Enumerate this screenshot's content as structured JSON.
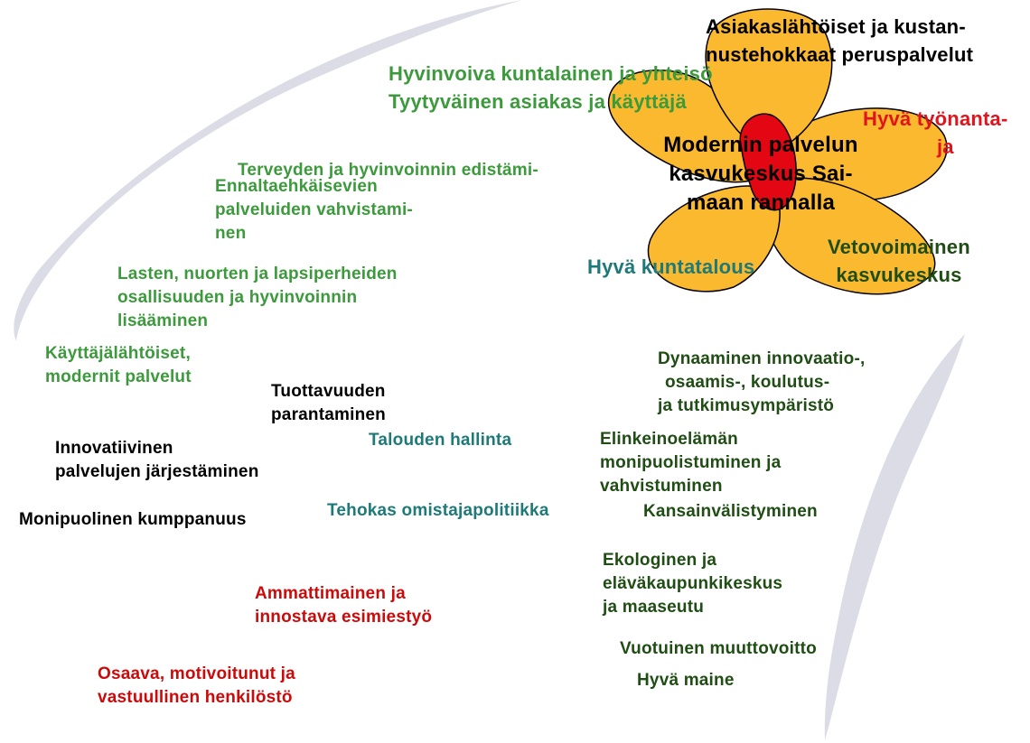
{
  "colors": {
    "petal": "#fbb92f",
    "center": "#e30613",
    "swoosh": "#dcdce6"
  },
  "flower": {
    "top_petal_label": "Asiakaslähtöiset ja kustannustehokkaat peruspalvelut",
    "top_petal_lines": [
      "Asiakaslähtöiset ja kustan-",
      "nustehokkaat peruspalvelut"
    ],
    "center_lines": [
      "Modernin palvelun",
      "kasvukeskus Sai-",
      "maan rannalla"
    ],
    "right_petal": [
      "Hyvä työnanta-",
      "ja"
    ],
    "left_petal": "Hyvä kuntatalous",
    "bottom_right_petal": [
      "Vetovoimainen",
      "kasvukeskus"
    ]
  },
  "customer_goals": {
    "heading_lines": [
      "Hyvinvoiva kuntalainen ja yhteisö",
      "Tyytyväinen asiakas ja käyttäjä"
    ],
    "items": [
      [
        "Terveyden ja hyvinvoinnin edistämi-"
      ],
      [
        "Ennaltaehkäisevien",
        "palveluiden vahvistami-",
        "nen"
      ],
      [
        "Lasten, nuorten ja lapsiperheiden",
        "osallisuuden ja hyvinvoinnin",
        "lisääminen"
      ],
      [
        "Käyttäjälähtöiset,",
        "modernit palvelut"
      ]
    ]
  },
  "service_goals": {
    "items": [
      [
        "Tuottavuuden",
        "parantaminen"
      ],
      [
        "Innovatiivinen",
        "palvelujen järjestäminen"
      ],
      [
        "Monipuolinen kumppanuus"
      ]
    ]
  },
  "economy_goals": {
    "items": [
      "Talouden hallinta",
      "Tehokas omistajapolitiikka"
    ]
  },
  "growth_goals": {
    "items": [
      [
        "Dynaaminen innovaatio-,",
        "osaamis-, koulutus-",
        "ja tutkimusympäristö"
      ],
      [
        "Elinkeinoelämän",
        "monipuolistuminen ja",
        "vahvistuminen"
      ],
      [
        "Kansainvälistyminen"
      ],
      [
        "Ekologinen ja",
        "eläväkaupunkikeskus",
        "ja maaseutu"
      ],
      [
        "Vuotuinen muuttovoitto"
      ],
      [
        "Hyvä maine"
      ]
    ]
  },
  "employer_goals": {
    "items": [
      [
        "Ammattimainen ja",
        "innostava esimiestyö"
      ],
      [
        "Osaava, motivoitunut ja",
        "vastuullinen henkilöstö"
      ]
    ]
  }
}
